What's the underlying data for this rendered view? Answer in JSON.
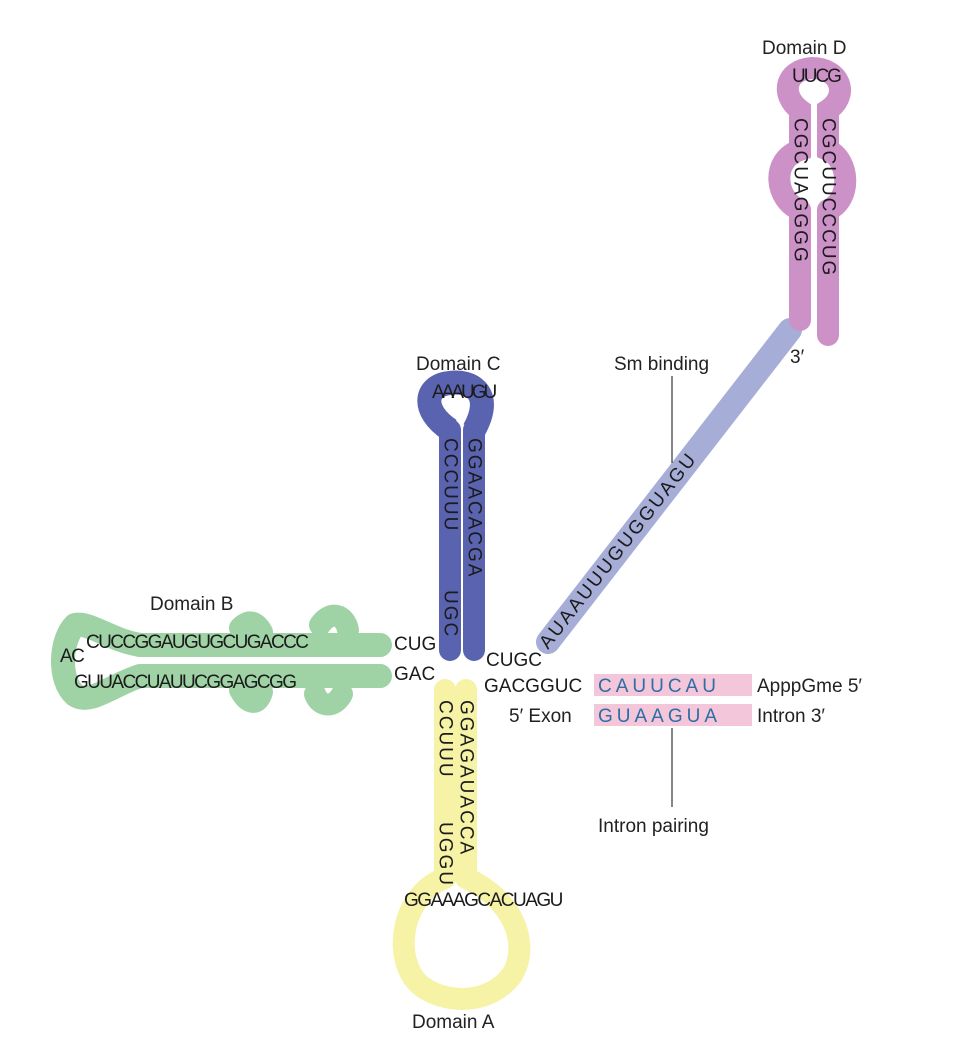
{
  "labels": {
    "domain_a": "Domain A",
    "domain_b": "Domain B",
    "domain_c": "Domain C",
    "domain_d": "Domain D",
    "sm_binding": "Sm binding",
    "intron_pairing": "Intron pairing",
    "three_prime_sm": "3′",
    "cap": "ApppGme 5′",
    "exon5": "5′ Exon",
    "intron3": "Intron 3′"
  },
  "colors": {
    "domain_a": "#f6f3a6",
    "domain_b": "#9fd3a5",
    "domain_c": "#5a63b0",
    "domain_d": "#cc92c8",
    "sm_region": "#a6aed7",
    "intron_pairing": "#f3c6da",
    "blue_text": "#2c6ea5"
  },
  "sequences": {
    "a_left": "CCUUU",
    "a_left2": "UGGU",
    "a_right": "GGAGAUACCA",
    "a_loop": "GGAAAGCACUAGU",
    "b_top": "CUCCGGAUGUGCUGACCC",
    "b_bottom": "GUUACCUAUUCGGAGCGG",
    "b_loop_left": "AC",
    "b_top_link": "CUG",
    "b_bottom_link": "GAC",
    "c_left": "CCCUUU",
    "c_left2": "UGC",
    "c_right": "GGAACACGA",
    "c_loop": "AAAUGU",
    "core_top": "CUGC",
    "core_bottom": "GACGGUC",
    "pair_top": "CAUUCAU",
    "pair_bottom": "GUAAGUA",
    "sm_tail": "AUAAUUUGUGGUAGU",
    "d_left": "CGCUAGGGG",
    "d_right": "CGCUUCCCUG",
    "d_loop": "UUCG"
  }
}
